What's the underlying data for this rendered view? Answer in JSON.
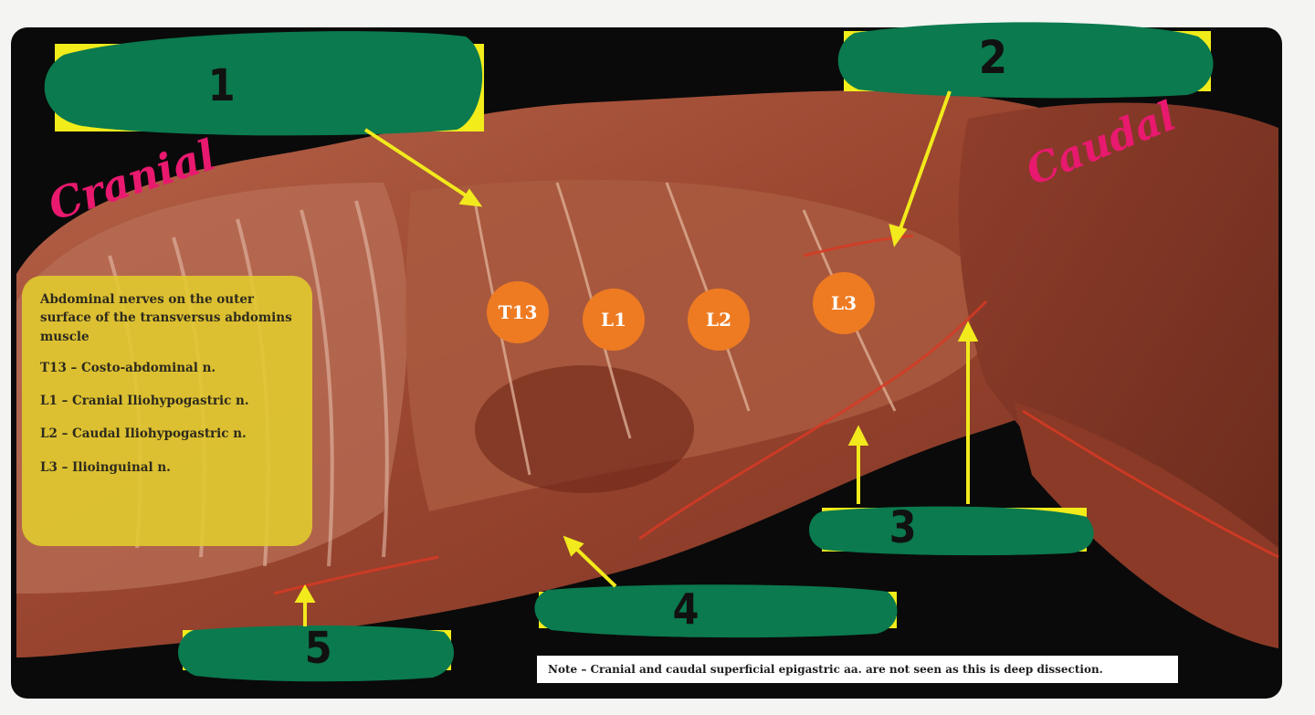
{
  "labels": {
    "label_1": "1",
    "label_2": "2",
    "label_3": "3",
    "label_4": "4",
    "label_5": "5"
  },
  "orientation": {
    "cranial": "Cranial",
    "caudal": "Caudal"
  },
  "nerve_markers": [
    "T13",
    "L1",
    "L2",
    "L3"
  ],
  "legend": {
    "title": "Abdominal nerves on the outer surface of the transversus abdomins muscle",
    "items": [
      "T13 – Costo-abdominal n.",
      "L1 – Cranial Iliohypogastric n.",
      "L2 – Caudal Iliohypogastric n.",
      "L3 – Ilioinguinal n."
    ]
  },
  "note": "Note – Cranial and caudal superficial epigastric aa. are not seen as this is deep dissection.",
  "colors": {
    "background": "#0a0a0a",
    "tissue": "#9c4a33",
    "cover_green": "#0b7a4e",
    "highlight_yellow": "#f2ec1b",
    "arrow_yellow": "#f2ea1c",
    "label_pink": "#e8196e",
    "marker_orange": "#ee7b22",
    "legend_yellow": "#e0ca2f"
  },
  "icons": [
    "arrow-icon"
  ]
}
